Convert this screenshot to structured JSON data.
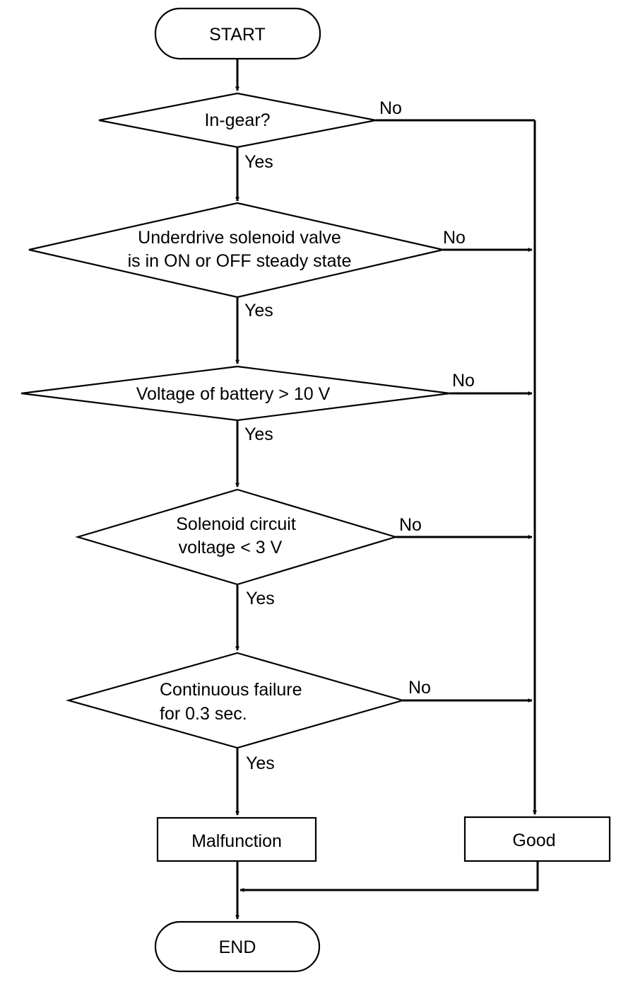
{
  "start": {
    "label": "START"
  },
  "end": {
    "label": "END"
  },
  "decisions": [
    {
      "lines": [
        "In-gear?"
      ],
      "yes": "Yes",
      "no": "No"
    },
    {
      "lines": [
        "Underdrive solenoid valve",
        "is in ON or OFF steady state"
      ],
      "yes": "Yes",
      "no": "No"
    },
    {
      "lines": [
        "Voltage of battery > 10 V"
      ],
      "yes": "Yes",
      "no": "No"
    },
    {
      "lines": [
        "Solenoid circuit",
        "voltage < 3 V"
      ],
      "yes": "Yes",
      "no": "No"
    },
    {
      "lines": [
        "Continuous failure",
        "for 0.3 sec."
      ],
      "yes": "Yes",
      "no": "No"
    }
  ],
  "results": {
    "malfunction": "Malfunction",
    "good": "Good"
  }
}
